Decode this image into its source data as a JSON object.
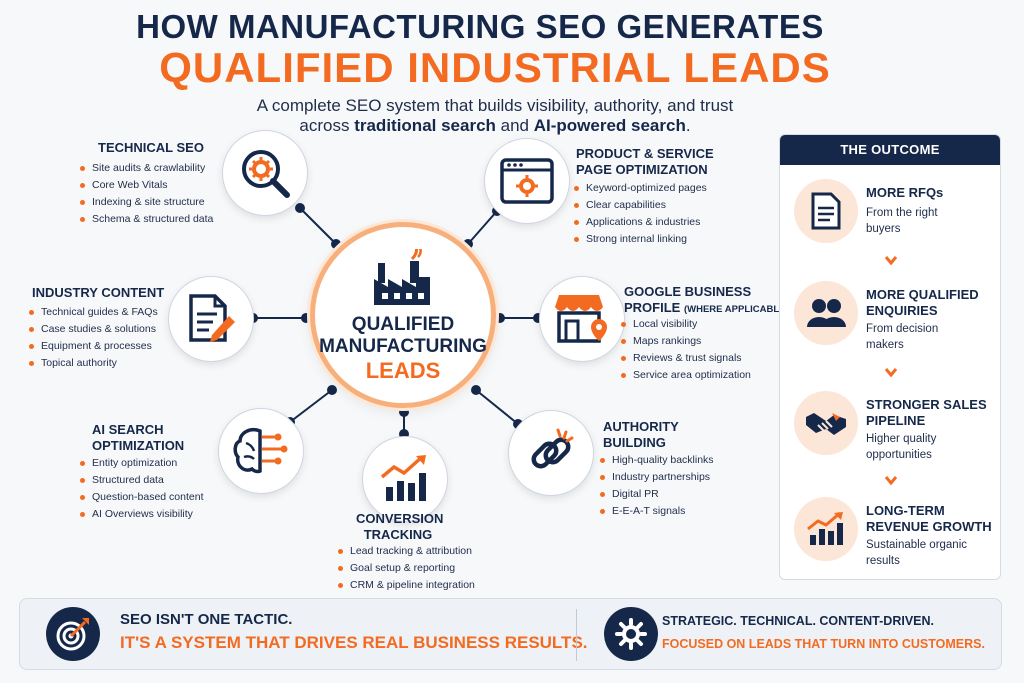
{
  "header": {
    "title_line1": "HOW MANUFACTURING SEO GENERATES",
    "title_line2": "QUALIFIED INDUSTRIAL LEADS",
    "subtitle_line1": "A complete SEO system that builds visibility, authority, and trust",
    "subtitle_line2_pre": "across ",
    "subtitle_line2_b1": "traditional search",
    "subtitle_line2_mid": " and ",
    "subtitle_line2_b2": "AI-powered search",
    "subtitle_line2_post": "."
  },
  "hub": {
    "line1": "QUALIFIED",
    "line2": "MANUFACTURING",
    "line3": "LEADS",
    "icon": "factory-icon"
  },
  "sections": {
    "technical_seo": {
      "title": "TECHNICAL SEO",
      "icon": "magnifier-gear-icon",
      "items": [
        "Site audits & crawlability",
        "Core Web Vitals",
        "Indexing & site structure",
        "Schema & structured data"
      ]
    },
    "product_page": {
      "title_line1": "PRODUCT & SERVICE",
      "title_line2": "PAGE OPTIMIZATION",
      "icon": "browser-gear-icon",
      "items": [
        "Keyword-optimized pages",
        "Clear capabilities",
        "Applications & industries",
        "Strong internal linking"
      ]
    },
    "industry_content": {
      "title": "INDUSTRY CONTENT",
      "icon": "document-pencil-icon",
      "items": [
        "Technical guides & FAQs",
        "Case studies & solutions",
        "Equipment & processes",
        "Topical authority"
      ]
    },
    "google_business": {
      "title_line1": "GOOGLE BUSINESS",
      "title_line2": "PROFILE",
      "title_note": "(WHERE APPLICABLE)",
      "icon": "storefront-pin-icon",
      "items": [
        "Local visibility",
        "Maps rankings",
        "Reviews & trust signals",
        "Service area optimization"
      ]
    },
    "ai_search": {
      "title_line1": "AI SEARCH",
      "title_line2": "OPTIMIZATION",
      "icon": "brain-circuit-icon",
      "items": [
        "Entity optimization",
        "Structured data",
        "Question-based content",
        "AI Overviews visibility"
      ]
    },
    "conversion": {
      "title_line1": "CONVERSION",
      "title_line2": "TRACKING",
      "icon": "bar-chart-trend-icon",
      "items": [
        "Lead tracking & attribution",
        "Goal setup & reporting",
        "CRM & pipeline integration"
      ]
    },
    "authority": {
      "title_line1": "AUTHORITY",
      "title_line2": "BUILDING",
      "icon": "chain-link-icon",
      "items": [
        "High-quality backlinks",
        "Industry partnerships",
        "Digital PR",
        "E-E-A-T signals"
      ]
    }
  },
  "outcome": {
    "title": "THE OUTCOME",
    "items": [
      {
        "title_line1": "MORE RFQs",
        "title_line2": "",
        "desc_line1": "From the right",
        "desc_line2": "buyers",
        "icon": "document-icon"
      },
      {
        "title_line1": "MORE QUALIFIED",
        "title_line2": "ENQUIRIES",
        "desc_line1": "From decision",
        "desc_line2": "makers",
        "icon": "people-icon"
      },
      {
        "title_line1": "STRONGER SALES",
        "title_line2": "PIPELINE",
        "desc_line1": "Higher quality",
        "desc_line2": "opportunities",
        "icon": "handshake-icon"
      },
      {
        "title_line1": "LONG-TERM",
        "title_line2": "REVENUE GROWTH",
        "desc_line1": "Sustainable organic",
        "desc_line2": "results",
        "icon": "growth-chart-icon"
      }
    ]
  },
  "footer": {
    "left_line1": "SEO ISN'T ONE TACTIC.",
    "left_line2": "IT'S A SYSTEM THAT DRIVES REAL BUSINESS RESULTS.",
    "right_line1": "STRATEGIC. TECHNICAL. CONTENT-DRIVEN.",
    "right_line2": "FOCUSED ON LEADS THAT TURN INTO CUSTOMERS.",
    "left_icon": "target-arrow-icon",
    "right_icon": "gear-icon"
  },
  "colors": {
    "navy": "#16284a",
    "orange": "#f36b21",
    "light_orange": "#fbe6d8"
  }
}
